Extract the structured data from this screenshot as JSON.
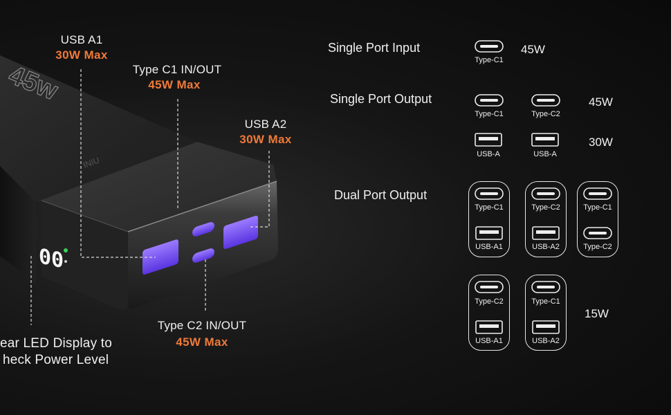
{
  "callouts": {
    "usb_a1": {
      "name": "USB A1",
      "power": "30W Max"
    },
    "type_c1": {
      "name": "Type C1 IN/OUT",
      "power": "45W Max"
    },
    "usb_a2": {
      "name": "USB A2",
      "power": "30W Max"
    },
    "type_c2": {
      "name": "Type C2 IN/OUT",
      "power": "45W Max"
    },
    "led": {
      "line1": "ear LED Display to",
      "line2": "heck Power Level"
    }
  },
  "device": {
    "badge": "45w",
    "led_readout": "00",
    "brand_mark": "INIU"
  },
  "specs": {
    "single_input": {
      "title": "Single Port Input",
      "port": "Type-C1",
      "watt": "45W"
    },
    "single_output": {
      "title": "Single Port Output",
      "c1": "Type-C1",
      "c2": "Type-C2",
      "a1": "USB-A",
      "a2": "USB-A",
      "watt_c": "45W",
      "watt_a": "30W"
    },
    "dual_output": {
      "title": "Dual Port Output",
      "combos": [
        {
          "top": "Type-C1",
          "bottom": "USB-A1"
        },
        {
          "top": "Type-C2",
          "bottom": "USB-A2"
        },
        {
          "top": "Type-C1",
          "bottom": "Type-C2"
        },
        {
          "top": "Type-C2",
          "bottom": "USB-A1"
        },
        {
          "top": "Type-C1",
          "bottom": "USB-A2"
        }
      ],
      "watt": "15W"
    }
  },
  "colors": {
    "accent_orange": "#ef7a3a",
    "port_purple": "#7a52ff",
    "led_white": "#f5f5f5",
    "led_green": "#3ad15a"
  }
}
